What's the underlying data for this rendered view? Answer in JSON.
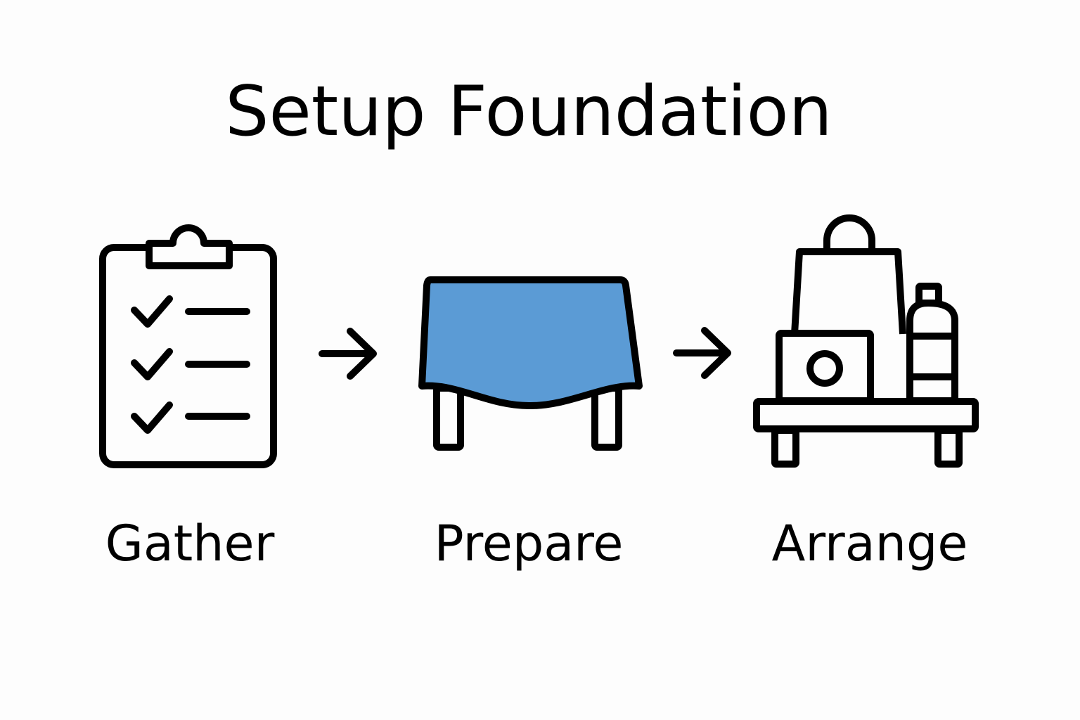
{
  "title": "Setup Foundation",
  "steps": [
    {
      "label": "Gather",
      "icon": "clipboard-checklist-icon"
    },
    {
      "label": "Prepare",
      "icon": "covered-table-icon"
    },
    {
      "label": "Arrange",
      "icon": "shelf-with-items-icon"
    }
  ],
  "colors": {
    "accent": "#5b9bd5",
    "stroke": "#000000",
    "background": "#fdfdfd"
  }
}
